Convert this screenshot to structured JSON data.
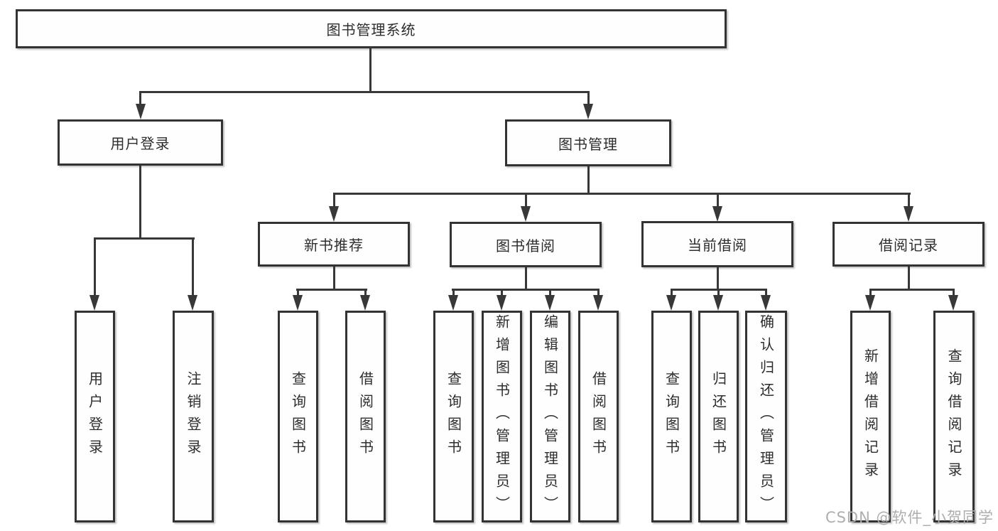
{
  "diagram": {
    "title": "图书管理系统",
    "branches": {
      "user_login": {
        "label": "用户登录",
        "children": [
          "用户登录",
          "注销登录"
        ]
      },
      "book_mgmt": {
        "label": "图书管理"
      }
    },
    "modules": {
      "new_books": {
        "label": "新书推荐",
        "children": [
          "查询图书",
          "借阅图书"
        ]
      },
      "book_borrow": {
        "label": "图书借阅",
        "children": [
          "查询图书",
          "新增图书（管理员）",
          "编辑图书（管理员）",
          "借阅图书"
        ]
      },
      "current_borrow": {
        "label": "当前借阅",
        "children": [
          "查询图书",
          "归还图书",
          "确认归还（管理员）"
        ]
      },
      "borrow_records": {
        "label": "借阅记录",
        "children": [
          "新增借阅记录",
          "查询借阅记录"
        ]
      }
    },
    "watermark": "CSDN @软件_小贺同学"
  }
}
